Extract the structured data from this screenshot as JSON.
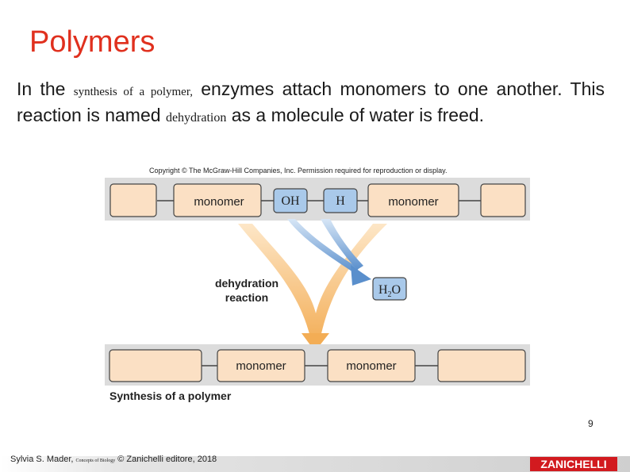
{
  "slide": {
    "title": "Polymers",
    "paragraph": {
      "p1": "In the ",
      "p2": "synthesis of a polymer,",
      "p3": " enzymes attach monomers to one another. This reaction is named ",
      "p4": "dehydration",
      "p5": " as a molecule of water is freed."
    },
    "page_number": "9"
  },
  "figure": {
    "copyright": "Copyright © The McGraw-Hill Companies, Inc. Permission required for reproduction or display.",
    "top_left_label": "monomer",
    "oh_label": "OH",
    "h_label": "H",
    "top_right_label": "monomer",
    "reaction_line1": "dehydration",
    "reaction_line2": "reaction",
    "water_label": "H",
    "water_sub": "2",
    "water_o": "O",
    "bottom_left_label": "monomer",
    "bottom_right_label": "monomer",
    "caption": "Synthesis of a polymer",
    "colors": {
      "monomer_fill": "#fbe0c4",
      "monomer_stroke": "#444444",
      "oh_fill": "#a9c9ea",
      "shadow": "#dcdcdc",
      "orange_arrow": "#f3b25c",
      "blue_arrow": "#5e92cc"
    }
  },
  "footer": {
    "author": "Sylvia S. Mader, ",
    "book": "Concepts of Biology",
    "publisher": " © Zanichelli editore, 2018",
    "logo": "ZANICHELLI"
  }
}
